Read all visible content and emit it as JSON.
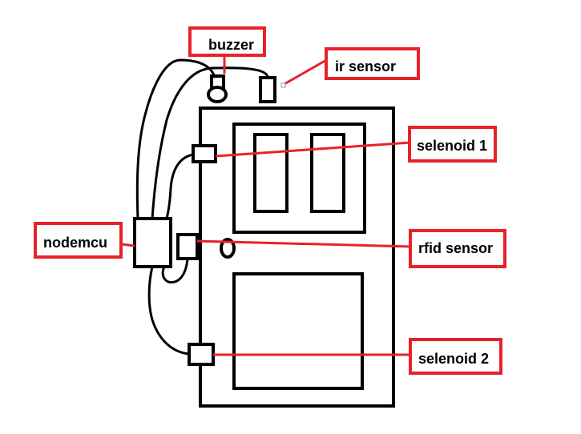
{
  "labels": {
    "buzzer": "buzzer",
    "ir_sensor": "ir sensor",
    "selenoid_1": "selenoid 1",
    "nodemcu": "nodemcu",
    "rfid_sensor": "rfid sensor",
    "selenoid_2": "selenoid 2"
  },
  "colors": {
    "label_border": "#e8222a",
    "connector_line": "#e8222a",
    "drawing_stroke": "#000000",
    "background": "#ffffff"
  }
}
